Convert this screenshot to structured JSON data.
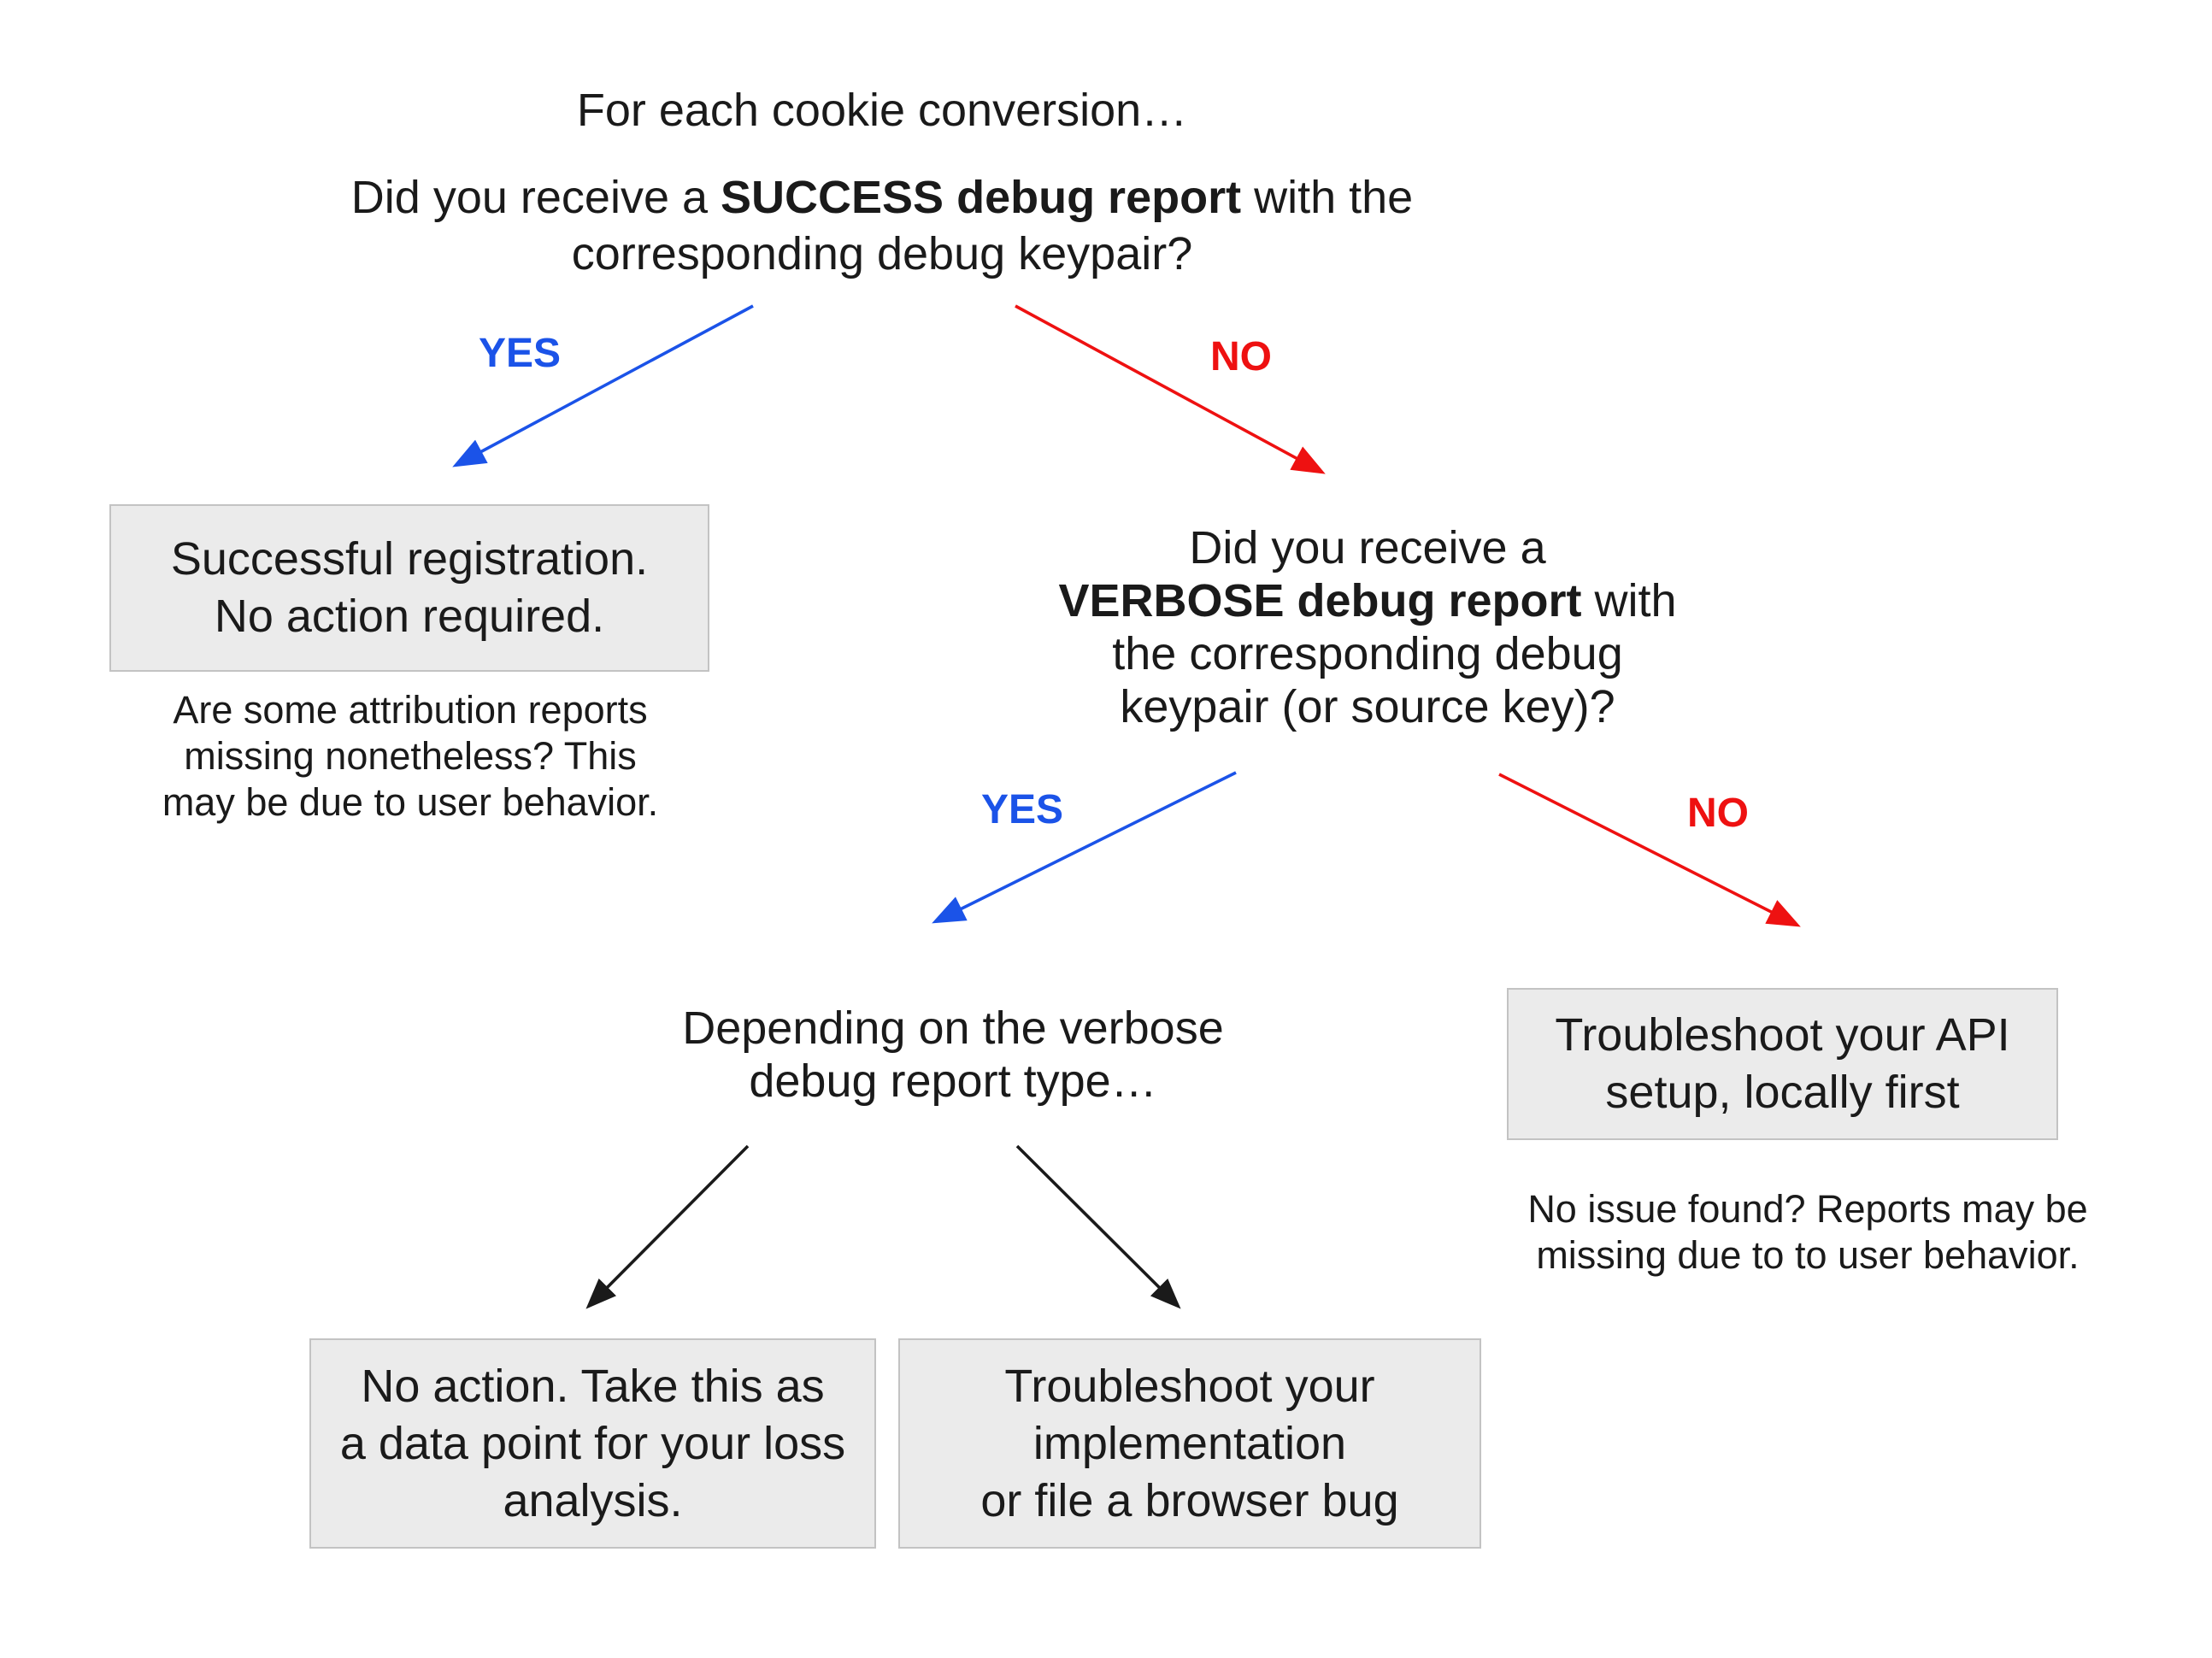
{
  "colors": {
    "yes_blue": "#1b53e8",
    "no_red": "#ee1111",
    "box_fill": "#ebebeb",
    "box_border": "#c3c3c3",
    "ink": "#1a1a1a",
    "arrow_black": "#1a1a1a"
  },
  "labels": {
    "yes": "YES",
    "no": "NO"
  },
  "root_question": {
    "intro": "For each cookie conversion…",
    "line1_pre": "Did you receive a ",
    "line1_bold": "SUCCESS debug report",
    "line1_post": " with the",
    "line2": "corresponding debug keypair?"
  },
  "success_branch": {
    "box_text": "Successful registration.\nNo action required.",
    "note": "Are some attribution reports\nmissing nonetheless? This\nmay be due to user behavior."
  },
  "verbose_question": {
    "line1": "Did you receive a",
    "line2_bold": "VERBOSE debug report",
    "line2_post": " with",
    "line3": "the corresponding debug",
    "line4": "keypair (or source key)?"
  },
  "verbose_type": {
    "text": "Depending on the verbose\ndebug report type…"
  },
  "loss_box": {
    "text": "No action. Take this as\na data point for your loss\nanalysis."
  },
  "implementation_box": {
    "text": "Troubleshoot your\nimplementation\nor file a browser bug"
  },
  "api_branch": {
    "box_text": "Troubleshoot your API\nsetup, locally first",
    "note": "No issue found? Reports may be\nmissing due to to user behavior."
  }
}
